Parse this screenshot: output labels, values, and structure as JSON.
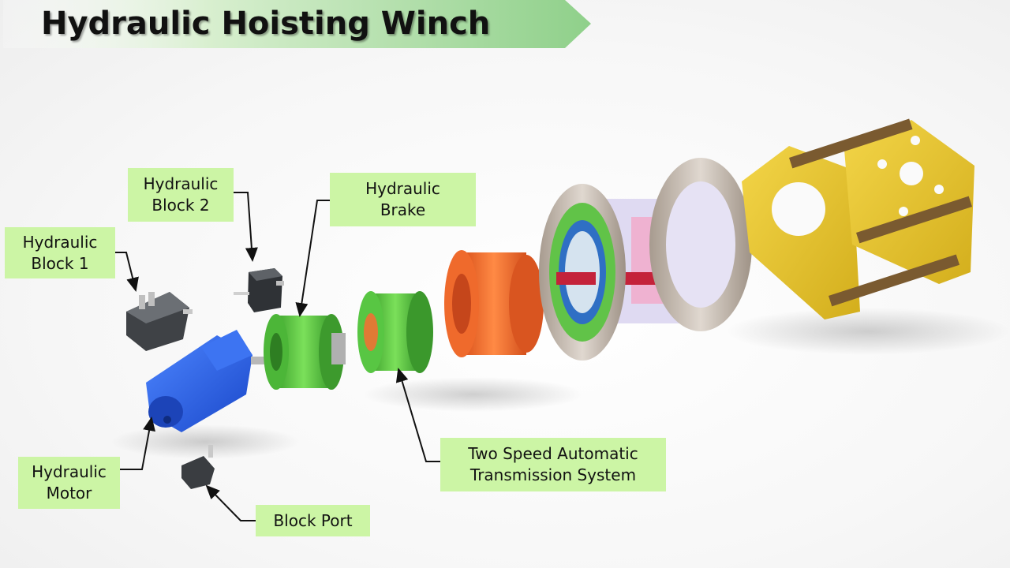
{
  "title": "Hydraulic Hoisting Winch",
  "labels": {
    "block1": "Hydraulic\nBlock 1",
    "block2": "Hydraulic\nBlock 2",
    "brake": "Hydraulic\nBrake",
    "motor": "Hydraulic\nMotor",
    "block_port": "Block Port",
    "transmission": "Two Speed Automatic\nTransmission System"
  },
  "colors": {
    "label_bg": "#ccf5a5",
    "banner": "#8fd08a",
    "motor": "#2a5ee0",
    "brake": "#5ec241",
    "transmission": "#4fc23a",
    "gearbox": "#f06a2a",
    "drum_flange": "#c8bfb5",
    "frame": "#e8c62a"
  }
}
